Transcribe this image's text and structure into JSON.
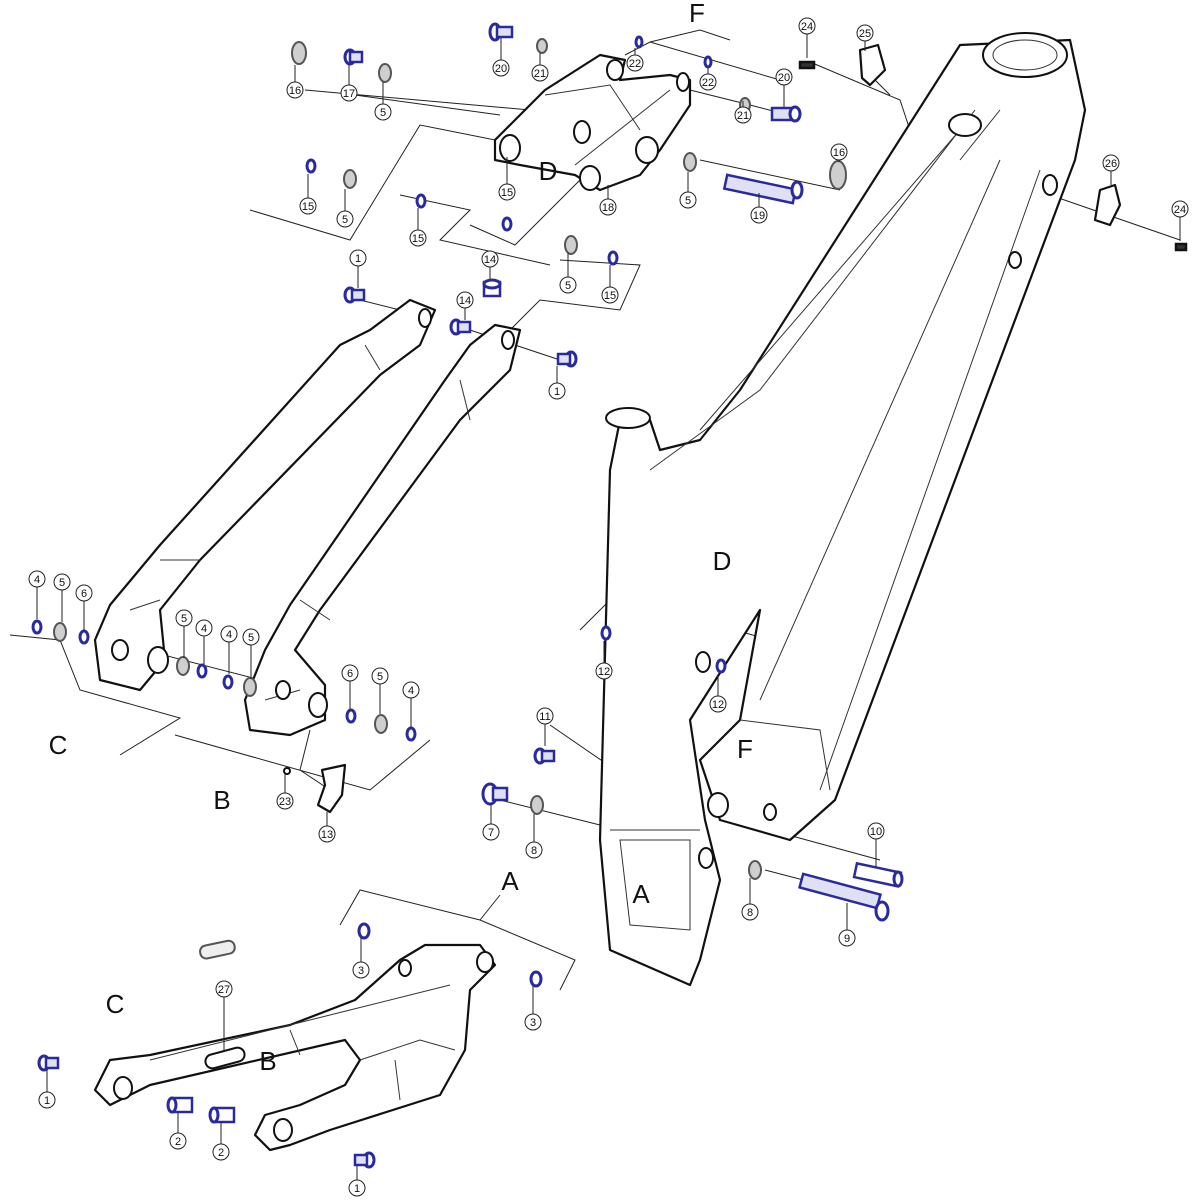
{
  "title": "Frame exploded parts diagram",
  "callouts": [
    "16",
    "17",
    "5",
    "20",
    "21",
    "22",
    "22",
    "24",
    "25",
    "20",
    "21",
    "15",
    "18",
    "5",
    "19",
    "16",
    "26",
    "24",
    "15",
    "5",
    "15",
    "14",
    "5",
    "15",
    "1",
    "14",
    "1",
    "12",
    "12",
    "11",
    "7",
    "8",
    "10",
    "8",
    "9",
    "4",
    "5",
    "6",
    "5",
    "4",
    "4",
    "5",
    "6",
    "5",
    "4",
    "23",
    "13",
    "3",
    "3",
    "27",
    "1",
    "2",
    "2",
    "1"
  ],
  "letters": [
    "F",
    "D",
    "D",
    "F",
    "A",
    "C",
    "B",
    "A",
    "C",
    "B"
  ],
  "colors": {
    "hardware_blue": "#2a2aa0",
    "washer_gray": "#cfcfcf",
    "line": "#111111"
  }
}
